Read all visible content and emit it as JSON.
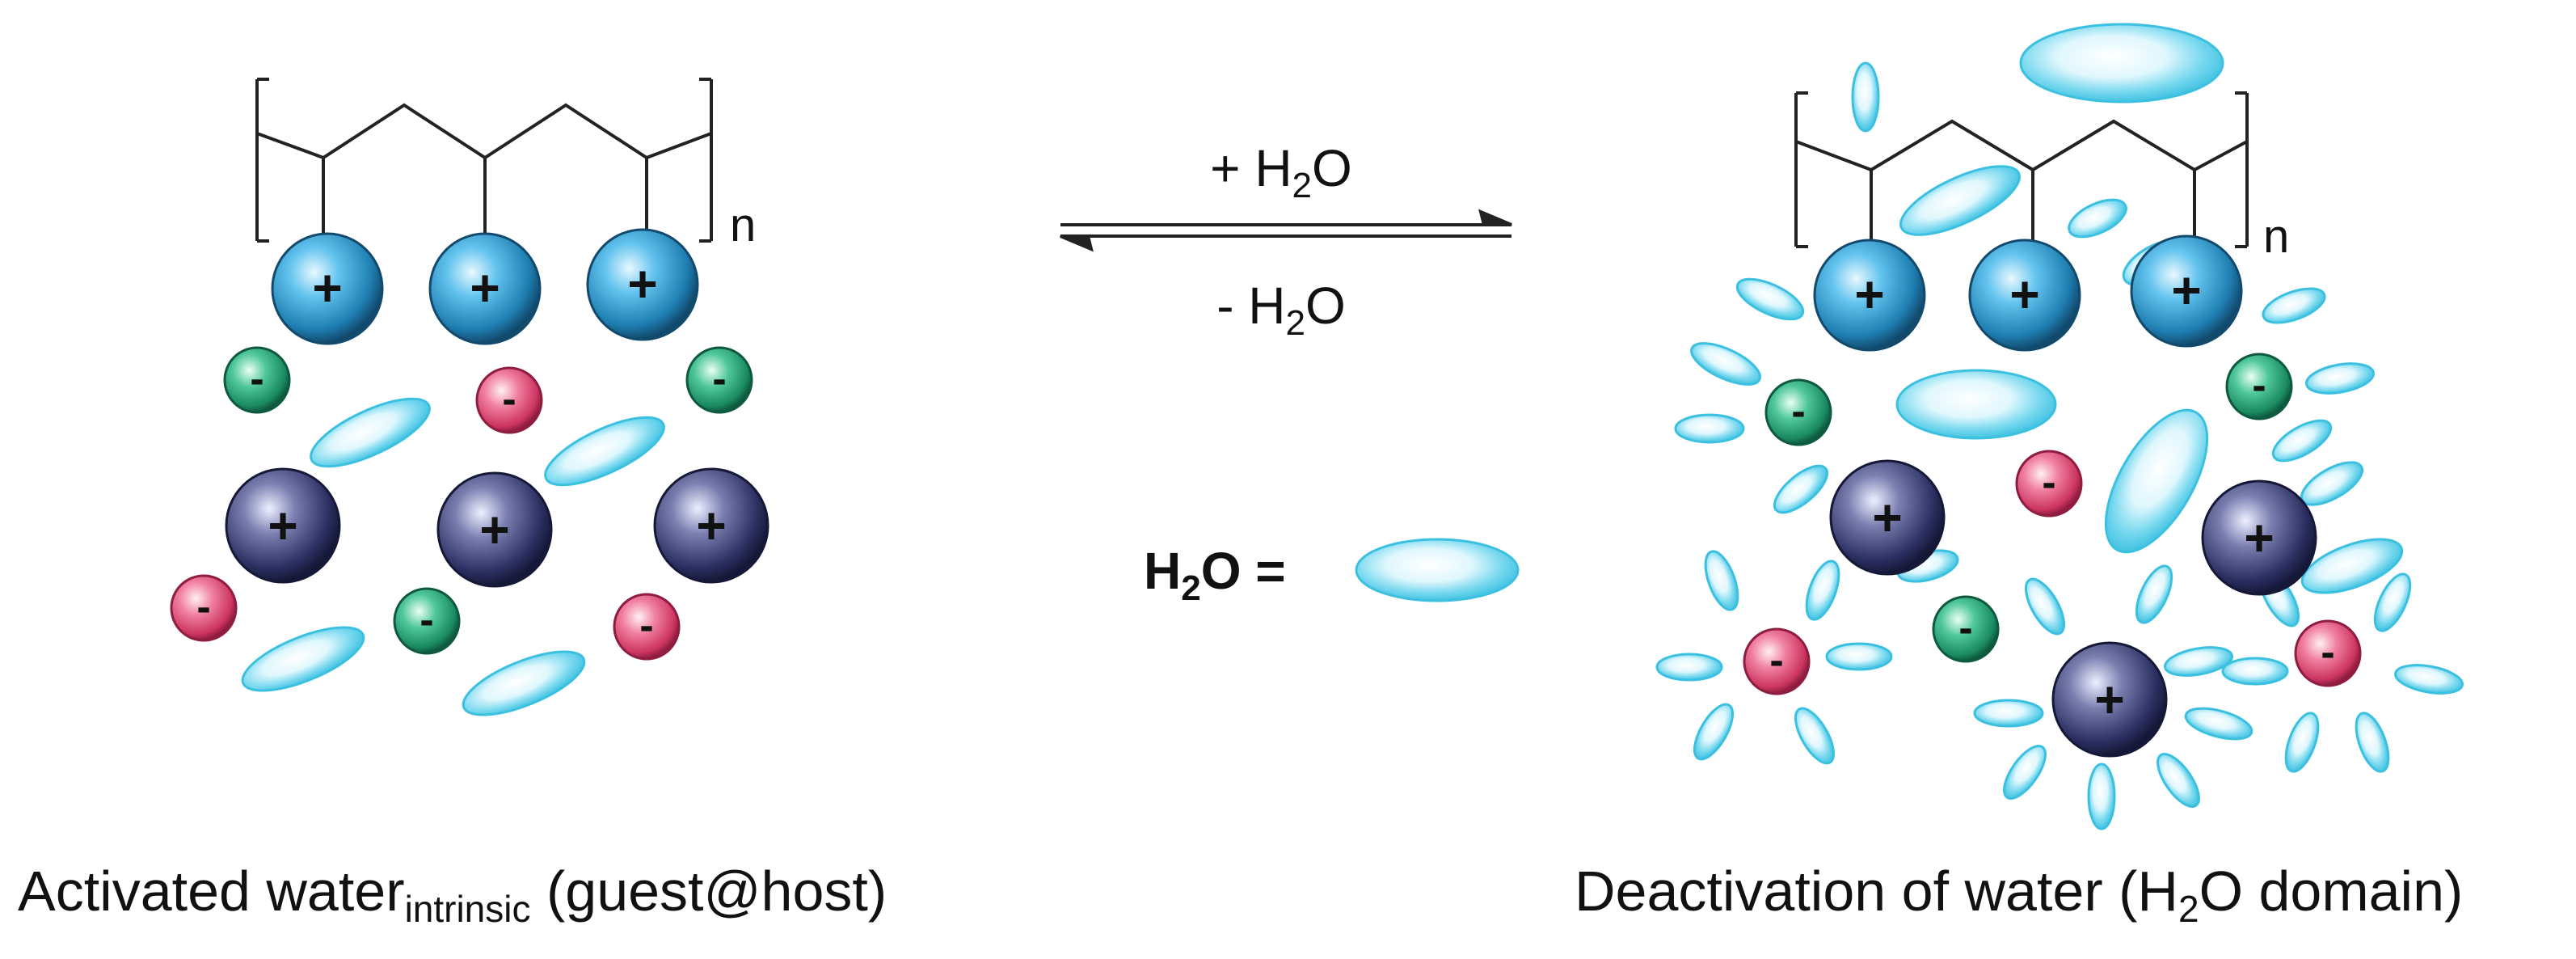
{
  "reaction": {
    "forward_label": "+ H",
    "forward_sub": "2",
    "forward_tail": "O",
    "reverse_label": "- H",
    "reverse_sub": "2",
    "reverse_tail": "O"
  },
  "legend": {
    "label": "H",
    "label_sub": "2",
    "label_tail": "O ="
  },
  "polymer": {
    "repeat_symbol": "n"
  },
  "ions": {
    "plus": "+",
    "minus": "-"
  },
  "captions": {
    "left_main": "Activated water",
    "left_sub": "intrinsic",
    "left_tail": " (guest@host)",
    "right_main": "Deactivation of water (H",
    "right_sub": "2",
    "right_tail": "O domain)"
  },
  "colors": {
    "cation_blue": "#3aa6d6",
    "cation_navy": "#2b2f5e",
    "anion_green": "#1f9a6e",
    "anion_pink": "#d94770",
    "water": "#5fd0ea",
    "line": "#222222"
  }
}
